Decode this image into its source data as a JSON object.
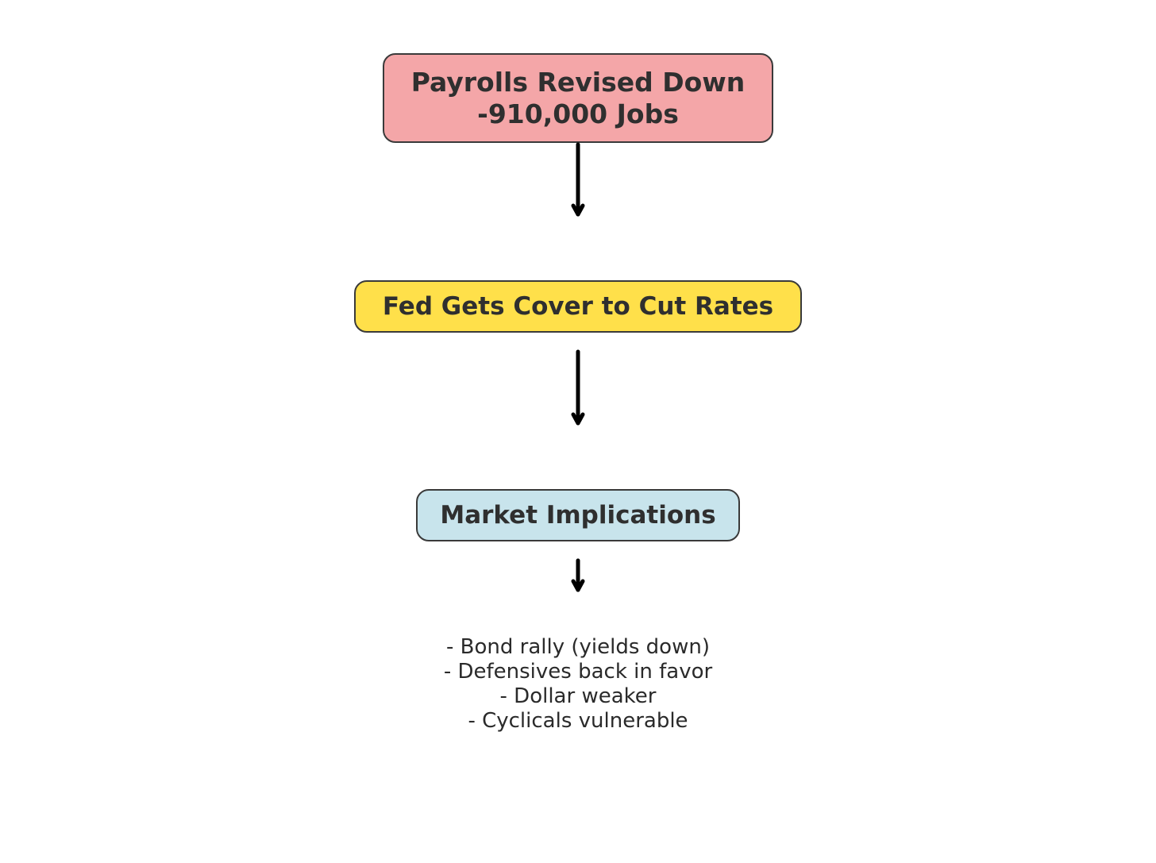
{
  "nodes": {
    "payrolls": {
      "line1": "Payrolls Revised Down",
      "line2": "-910,000 Jobs",
      "color": "#f4a6a8"
    },
    "fed": {
      "label": "Fed Gets Cover to Cut Rates",
      "color": "#ffe04a"
    },
    "market": {
      "label": "Market Implications",
      "color": "#c8e4ec"
    }
  },
  "implications": [
    "- Bond rally (yields down)",
    "- Defensives back in favor",
    "- Dollar weaker",
    "- Cyclicals vulnerable"
  ],
  "colors": {
    "border": "#3a3a3a",
    "text": "#2f2f2f",
    "arrow": "#000000"
  }
}
